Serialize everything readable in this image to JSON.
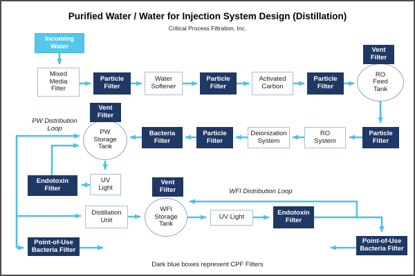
{
  "title": "Purified Water / Water for Injection System Design (Distillation)",
  "subtitle": "Critical Process Filtration, Inc.",
  "footnote": "Dark blue boxes represent CPF Filters",
  "labels": {
    "pw_loop": "PW Distribution\nLoop",
    "wfi_loop": "WFI Distribution Loop"
  },
  "colors": {
    "cpf_filter_box": "#1F3864",
    "incoming_water_box": "#53C6E9",
    "arrow": "#4DC0EA",
    "white_box_border": "#A6BDD9",
    "tank_border": "#8EA0C9"
  },
  "nodes": {
    "incoming_water": "Incoming\nWater",
    "mixed_media_filter": "Mixed\nMedia\nFilter",
    "particle_filter": "Particle\nFilter",
    "water_softener": "Water\nSoftener",
    "activated_carbon": "Activated\nCarbon",
    "vent_filter": "Vent\nFilter",
    "ro_feed_tank": "RO\nFeed\nTank",
    "ro_system": "RO\nSystem",
    "deionization_system": "Deionization\nSystem",
    "bacteria_filter": "Bacteria\nFilter",
    "pw_storage_tank": "PW\nStorage\nTank",
    "endotoxin_filter": "Endotoxin\nFilter",
    "uv_light_stacked": "UV\nLight",
    "uv_light": "UV Light",
    "distillation_unit": "Distillation\nUnit",
    "wfi_storage_tank": "WFI\nStorage\nTank",
    "pou_bacteria_filter": "Point-of-Use\nBacteria Filter"
  }
}
